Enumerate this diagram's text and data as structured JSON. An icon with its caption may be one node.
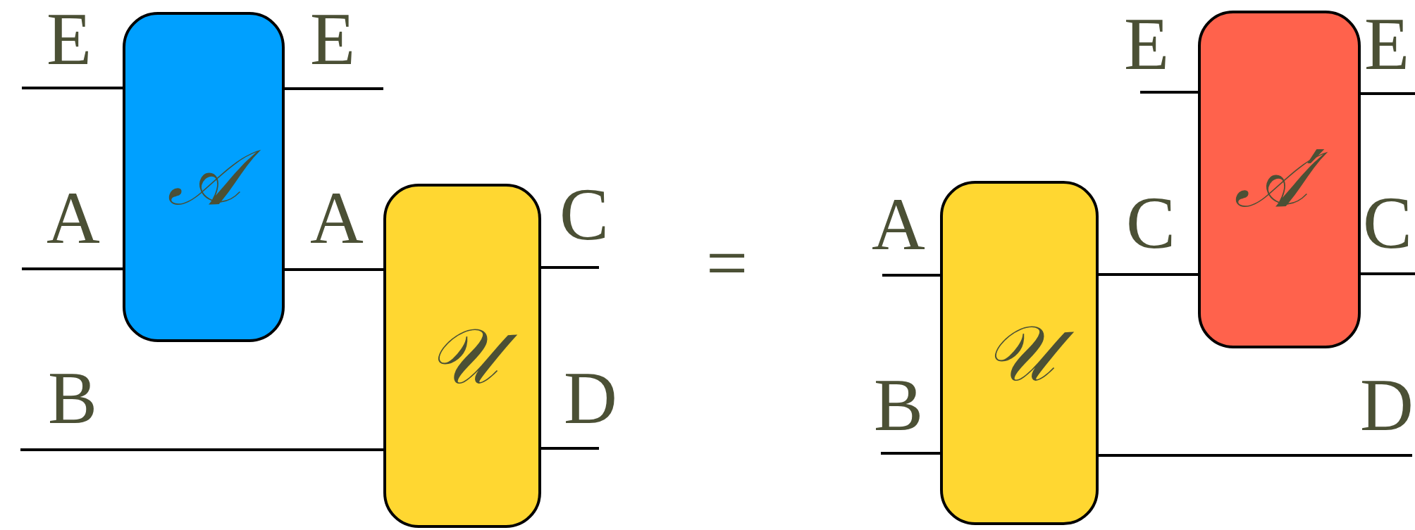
{
  "diagram": {
    "nodes": [
      {
        "text": [
          "𝒜"
        ]
      },
      {
        "text": [
          "𝒰"
        ]
      },
      {
        "text": [
          "𝒰"
        ]
      },
      {
        "text": [
          "𝒜′"
        ]
      }
    ],
    "edges": [
      {
        "from": null,
        "to": 0,
        "arrow": "none",
        "label": "E"
      },
      {
        "from": 0,
        "to": null,
        "arrow": "none",
        "label": "E"
      },
      {
        "from": null,
        "to": 0,
        "arrow": "none",
        "label": "A"
      },
      {
        "from": 0,
        "to": 1,
        "arrow": "none",
        "label": "A"
      },
      {
        "from": 1,
        "to": null,
        "arrow": "none",
        "label": "C"
      },
      {
        "from": null,
        "to": 1,
        "arrow": "none",
        "label": "B"
      },
      {
        "from": 1,
        "to": null,
        "arrow": "none",
        "label": "D"
      },
      {
        "from": null,
        "to": 2,
        "arrow": "none",
        "label": "A"
      },
      {
        "from": null,
        "to": 2,
        "arrow": "none",
        "label": "B"
      },
      {
        "from": 2,
        "to": 3,
        "arrow": "none",
        "label": "C"
      },
      {
        "from": null,
        "to": 3,
        "arrow": "none",
        "label": "E"
      },
      {
        "from": 3,
        "to": null,
        "arrow": "none",
        "label": "E"
      },
      {
        "from": 3,
        "to": null,
        "arrow": "none",
        "label": "C"
      },
      {
        "from": 2,
        "to": null,
        "arrow": "none",
        "label": "D"
      }
    ],
    "labels": [
      "="
    ]
  }
}
